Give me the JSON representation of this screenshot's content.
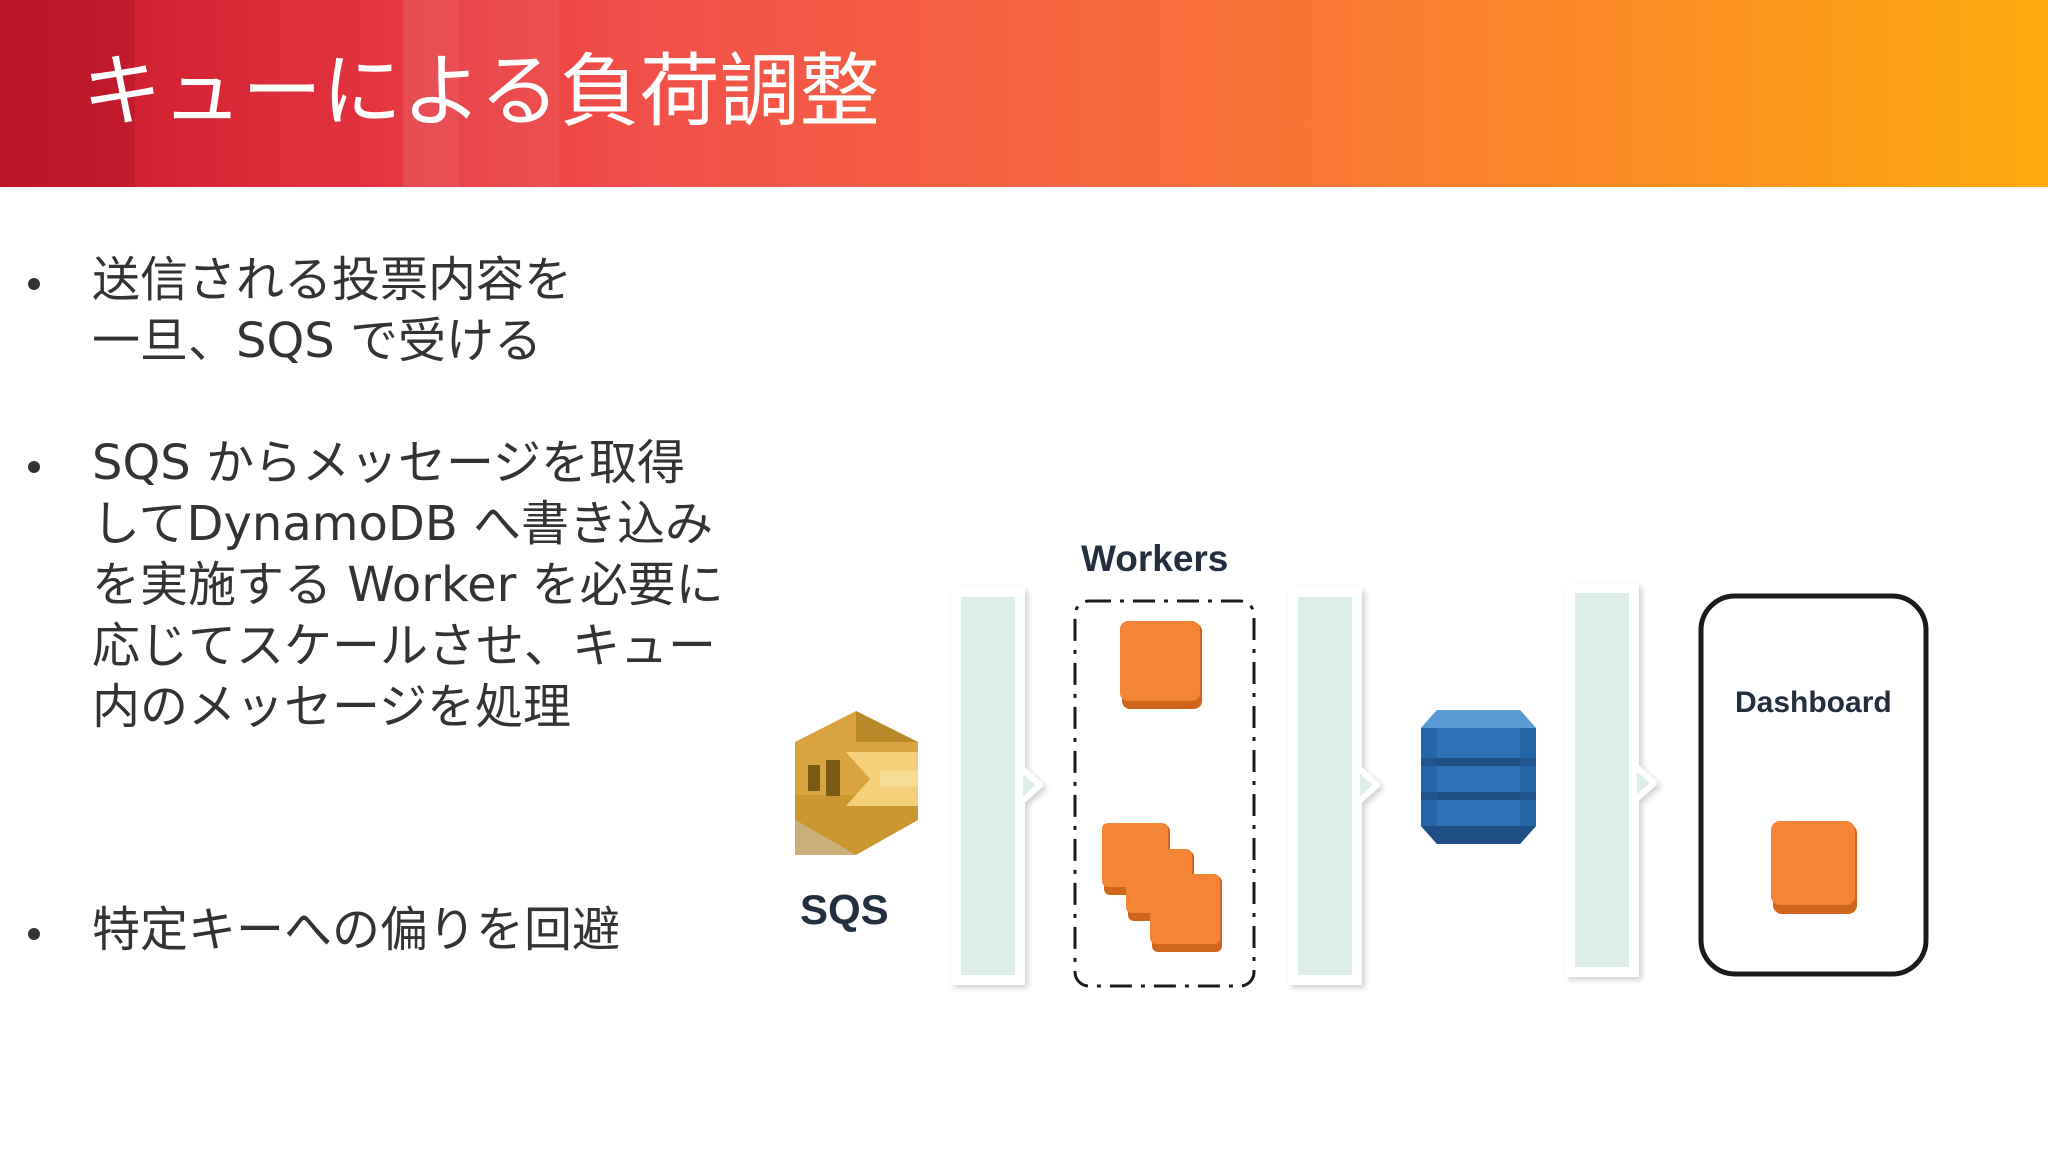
{
  "slide": {
    "title": "キューによる負荷調整",
    "bullets": [
      {
        "text": "送信される投票内容を\n一旦、SQS で受ける"
      },
      {
        "text": "SQS からメッセージを取得\nしてDynamoDB へ書き込み\nを実施する Worker を必要に\n応じてスケールさせ、キュー\n内のメッセージを処理"
      },
      {
        "text": "特定キーへの偏りを回避"
      }
    ]
  },
  "diagram": {
    "sqs_label": "SQS",
    "workers_label": "Workers",
    "dashboard_label": "Dashboard"
  },
  "colors": {
    "header_start": "#c8182c",
    "header_end": "#fdab0e",
    "sqs_gold": "#d9a43f",
    "dynamodb_blue": "#2e73b8",
    "instance_orange": "#f58536",
    "arrow_panel": "#ddeeeb"
  }
}
